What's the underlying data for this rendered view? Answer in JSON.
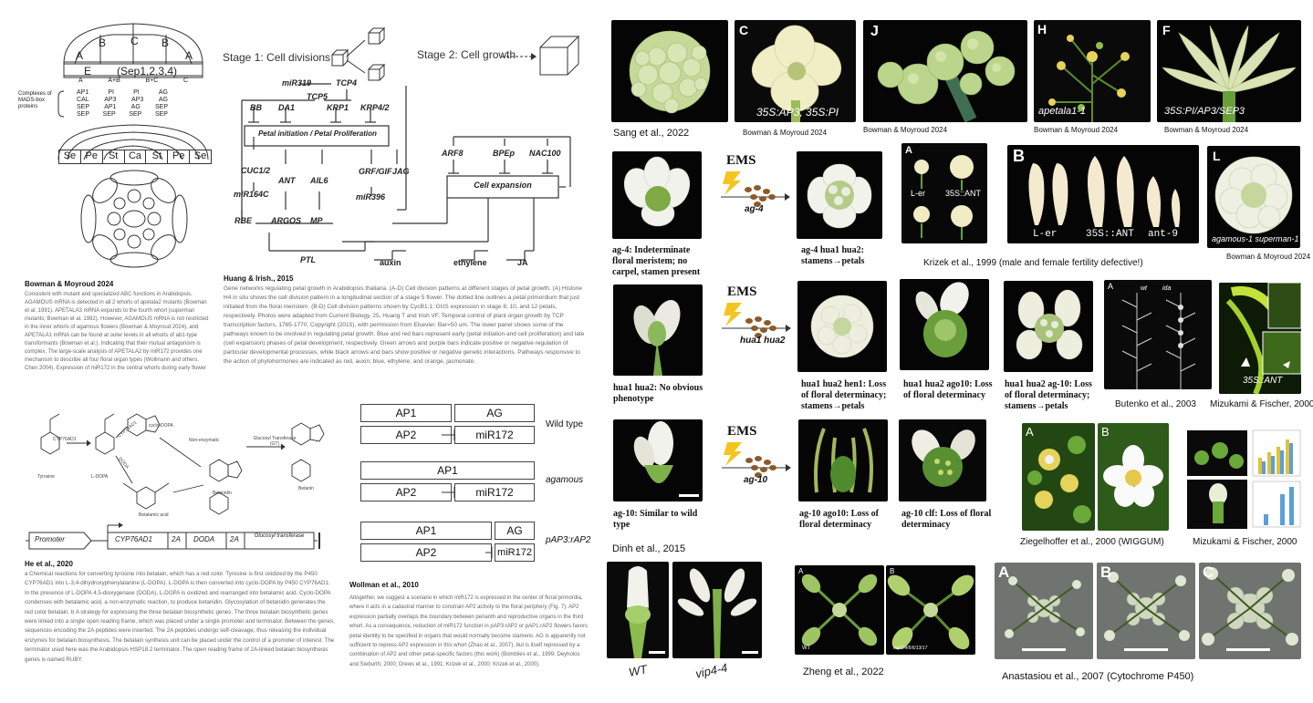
{
  "abc_model": {
    "ab_labels": [
      "B",
      "C",
      "B"
    ],
    "a_labels": [
      "A",
      "A"
    ],
    "e_label": "E",
    "sep_label": "(Sep1,2,3,4)",
    "col_heads": [
      "A",
      "A+B",
      "B+C",
      "C"
    ],
    "complex_caption": "Complexes of MADS-box proteins",
    "row1": [
      "AP1",
      "PI",
      "PI",
      "AG"
    ],
    "row2": [
      "CAL",
      "AP3",
      "AP3",
      "AG"
    ],
    "row3": [
      "SEP",
      "AP1",
      "AG",
      "SEP"
    ],
    "row4": [
      "SEP",
      "SEP",
      "SEP",
      "SEP"
    ],
    "whorls": [
      "Se",
      "Pe",
      "St",
      "Ca",
      "St",
      "Pe",
      "Se"
    ],
    "citation": "Bowman & Moyroud 2024",
    "body": "Consistent with mutant and specialized ABC functions in Arabidopsis, AGAMOUS mRNA is detected in all 2 whorls of apetala2 mutants (Bowman et al. 1991). APETALA3 mRNA expands to the fourth whorl (superman mutants; Bowman et al. 1992). However, AGAMOUS mRNA is not restricted in the inner whorls of agamous flowers (Bowman & Moyroud 2024), and APETALA1 mRNA can be found at outer levels in all whorls of ab1-type transformants (Bowman et al.). Indicating that their mutual antagonism is complex. The large-scale analysis of APETALA2 by miR172 provides one mechanism to describe all four floral organ types (Wollmann and others, Chen 2004). Expression of miR172 in the central whorls during early flower development appears to provide spatial restriction of APETALA2 activity, with the balance of miR172 and AP2 activities, especially in the third whorl, proposed to influence organ identity (Wollmann et al. 2010)."
  },
  "petal_model": {
    "stage1": "Stage 1: Cell divisions",
    "stage2": "Stage 2: Cell growth",
    "genes": [
      "miR319",
      "TCP4",
      "TCP5",
      "BB",
      "DA1",
      "KRP1",
      "KRP4/2",
      "CUC1/2",
      "ANT",
      "AIL6",
      "GRF/GIF",
      "JAG",
      "miR164C",
      "miR396",
      "RBE",
      "ARGOS",
      "MP",
      "PTL",
      "auxin",
      "ARF8",
      "BPEp",
      "NAC100",
      "ethylene",
      "JA"
    ],
    "box1": "Petal initiation / Petal Proliferation",
    "box2": "Cell expansion",
    "citation": "Huang & Irish., 2015",
    "body": "Gene networks regulating petal growth in Arabidopsis thaliana. (A-D) Cell division patterns at different stages of petal growth. (A) Histone H4 in situ shows the cell division pattern in a longitudinal section of a stage 5 flower. The dotted line outlines a petal primordium that just initiated from the floral meristem. (B-D) Cell division patterns shown by CycB1;1::GUS expression in stage 8, 10, and 12 petals, respectively. Photos were adapted from Current Biology, 25, Huang T and Irish VF, Temporal control of plant organ growth by TCP transcription factors, 1765-1770, Copyright (2015), with permission from Elsevier. Bar=50 um. The lower panel shows some of the pathways known to be involved in regulating petal growth. Blue and red bars represent early (petal initiation and cell proliferation) and late (cell expansion) phases of petal development, respectively. Green arrows and purple bars indicate positive or negative regulation of particular developmental processes, while black arrows and bars show positive or negative genetic interactions. Pathways responsive to the action of phytohormones are indicated as red, auxin; blue, ethylene; and orange, jasmonate."
  },
  "betalain": {
    "compounds": [
      "Tyrosine",
      "L-DOPA",
      "cyclo-DOPA",
      "Betalamic acid",
      "Betanidin",
      "Betanin"
    ],
    "enzymes": [
      "CYP76AD1",
      "CYP76AD1",
      "DODA",
      "Non-enzymatic",
      "Glucosyl Transferase (GT)"
    ],
    "construct": [
      "Promoter",
      "CYP76AD1",
      "2A",
      "DODA",
      "2A",
      "Glucosyl transferase"
    ],
    "citation": "He et al., 2020",
    "body": "a Chemical reactions for converting tyrosine into betalain, which has a red color. Tyrosine is first oxidized by the P450 CYP76AD1 into L-3,4-dihydroxyphenylalanine (L-DOPA). L-DOPA is then converted into cyclo-DOPA by P450 CYP76AD1. In the presence of L-DOPA 4,5-dioxygenase (DODA), L-DOPA is oxidized and rearranged into betalamic acid. Cyclo-DOPA condenses with betalamic acid, a non-enzymatic reaction, to produce betanidin. Glycosylation of betanidin generates the red color betalain. b A strategy for expressing the three betalain biosynthetic genes. The three betalain biosynthetic genes were linked into a single open reading frame, which was placed under a single promoter and terminator. Between the genes, sequences encoding the 2A peptides were inserted. The 2A peptides undergo self-cleavage, thus releasing the individual enzymes for betalain biosynthesis. The betalain synthesis unit can be placed under the control of a promoter of interest. The terminator used here was the Arabidopsis HSP18.2 terminator. The open reading frame of 2A-linked betalain biosynthesis genes is named RUBY."
  },
  "wollman": {
    "rows": [
      {
        "label": "Wild type",
        "top": [
          "AP1",
          "AG"
        ],
        "bottom": [
          "AP2",
          "miR172"
        ]
      },
      {
        "label": "agamous",
        "top": [
          "AP1"
        ],
        "bottom": [
          "AP2",
          "miR172"
        ]
      },
      {
        "label": "pAP3:rAP2",
        "top": [
          "AP1",
          "AG"
        ],
        "bottom": [
          "AP2",
          "miR172"
        ]
      }
    ],
    "citation": "Wollman et al., 2010",
    "body": "Altogether, we suggest a scenario in which miR172 is expressed in the center of floral primordia, where it acts in a cadastral manner to constrain AP2 activity to the floral periphery (Fig. 7). AP2 expression partially overlaps the boundary between perianth and reproductive organs in the third whorl. As a consequence, reduction of miR172 function in pAP3:rAP2 or pAP1:rAP2 flowers favors petal identity to be specified in organs that would normally become stamens. AG is apparently not sufficient to repress AP2 expression in this whorl (Zhao et al., 2007), but is itself repressed by a combination of AP2 and other petal-specific factors (this work) (Bomblies et al., 1999; Deyholos and Sieburth, 2000; Drews et al., 1991; Krizek et al., 2000; Krizek et al., 2000)."
  },
  "photos_top": [
    {
      "cite": "Sang et al., 2022",
      "label": "",
      "letter": ""
    },
    {
      "cite": "Bowman & Moyroud 2024",
      "label": "35S:AP3; 35S:PI",
      "letter": "C"
    },
    {
      "cite": "Bowman & Moyroud 2024",
      "label": "",
      "letter": "J"
    },
    {
      "cite": "Bowman & Moyroud 2024",
      "label": "apetala1-1",
      "letter": "H"
    },
    {
      "cite": "Bowman & Moyroud 2024",
      "label": "35S:PI/AP3/SEP3",
      "letter": "F"
    }
  ],
  "ems_label": "EMS",
  "dinh": {
    "row1": {
      "mut": "ag-4",
      "p1": "ag-4: Indeterminate floral meristem; no carpel, stamen present",
      "p2": "ag-4 hua1 hua2: stamens→petals"
    },
    "row2": {
      "mut": "hua1 hua2",
      "p1": "hua1 hua2: No obvious phenotype",
      "p2": "hua1 hua2 hen1: Loss of floral determinacy; stamens→petals",
      "p3": "hua1 hua2 ago10: Loss of floral determinacy",
      "p4": "hua1 hua2 ag-10: Loss of floral determinacy; stamens→petals"
    },
    "row3": {
      "mut": "ag-10",
      "p1": "ag-10: Similar to wild type",
      "p2": "ag-10 ago10: Loss of floral determinacy",
      "p3": "ag-10 clf: Loss of floral determinacy"
    },
    "citation": "Dinh et al., 2015"
  },
  "krizek": {
    "labels": [
      "L-er",
      "35S::ANT"
    ],
    "petal_labels": [
      "L-er",
      "35S::ANT",
      "ant-9"
    ],
    "letters": [
      "A",
      "B"
    ],
    "citation": "Krizek et al., 1999 (male and female fertility defective!)"
  },
  "bowman_double": {
    "label": "agamous-1 superman-1",
    "letter": "L",
    "cite": "Bowman & Moyroud 2024"
  },
  "butenko": {
    "labels": [
      "wt",
      "ida"
    ],
    "letter": "A",
    "citation": "Butenko et al., 2003"
  },
  "mizukami1": {
    "label": "35S::ANT",
    "citation": "Mizukami & Fischer, 2000"
  },
  "ziegel": {
    "letters": [
      "A",
      "B"
    ],
    "citation": "Ziegelhoffer et al., 2000 (WIGGUM)"
  },
  "mizukami2": {
    "citation": "Mizukami & Fischer, 2000"
  },
  "wt_vip": {
    "labels": [
      "WT",
      "vip4-4"
    ]
  },
  "zheng": {
    "letters": [
      "A",
      "B"
    ],
    "labels": [
      "WT",
      "hcp3/4/5/6/13/17"
    ],
    "citation": "Zheng et al., 2022"
  },
  "anastasiou": {
    "letters": [
      "A",
      "B",
      "C"
    ],
    "citation": "Anastasiou et al., 2007  (Cytochrome P450)"
  },
  "colors": {
    "flower_white": "#f1f4e6",
    "flower_green": "#b9cf86",
    "bg_black": "#050505",
    "leaf_green": "#3e7a22",
    "bg_grey": "#6f7470"
  }
}
